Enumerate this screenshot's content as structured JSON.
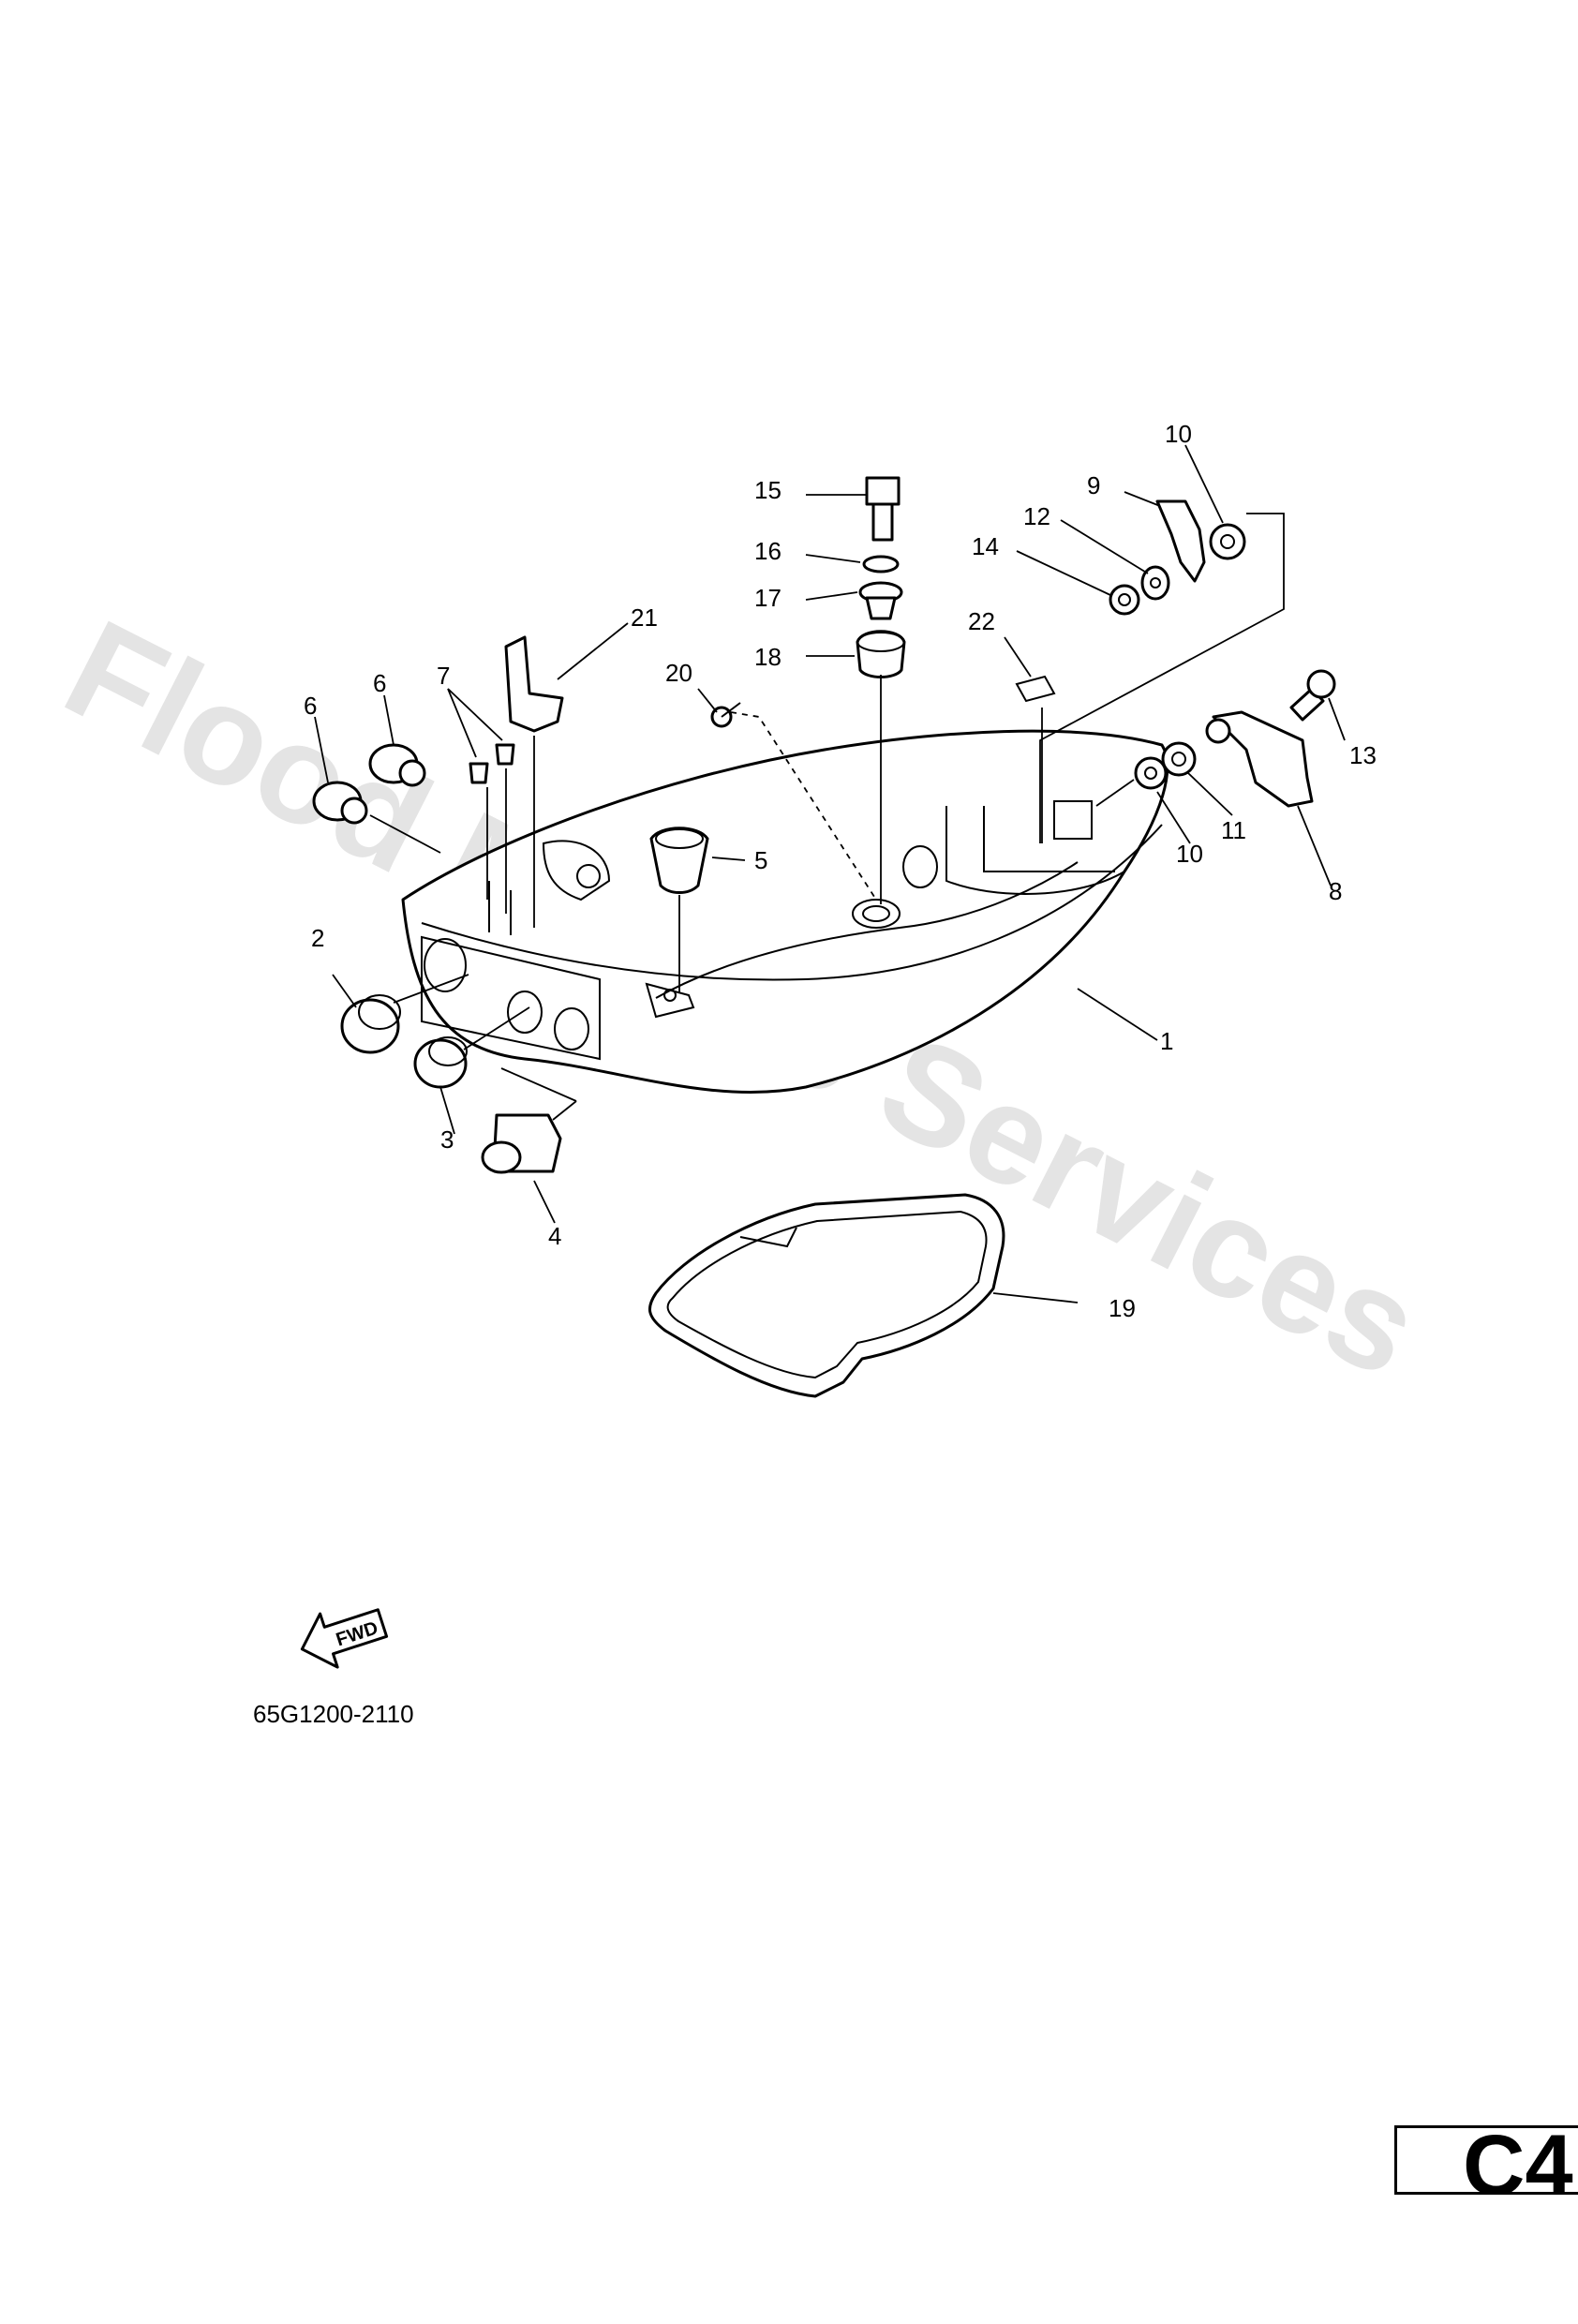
{
  "watermark": {
    "text": "Flood Marine Services"
  },
  "callouts": {
    "c1": "1",
    "c2": "2",
    "c3": "3",
    "c4": "4",
    "c5": "5",
    "c6a": "6",
    "c6b": "6",
    "c7": "7",
    "c8": "8",
    "c9": "9",
    "c10a": "10",
    "c10b": "10",
    "c11": "11",
    "c12": "12",
    "c13": "13",
    "c14": "14",
    "c15": "15",
    "c16": "16",
    "c17": "17",
    "c18": "18",
    "c19": "19",
    "c20": "20",
    "c21": "21",
    "c22": "22"
  },
  "fwd_label": "FWD",
  "reference_code": "65G1200-2110",
  "page_tab": "C4"
}
